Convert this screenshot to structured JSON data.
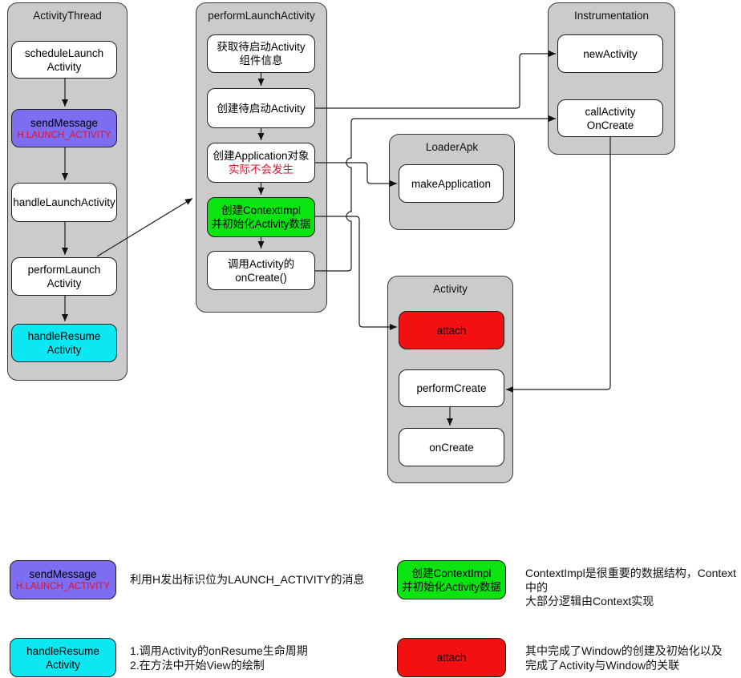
{
  "colors": {
    "container_bg": "#cbcbcb",
    "purple": "#7d6df0",
    "cyan": "#0be8f1",
    "green": "#0ae410",
    "red": "#f21010",
    "red_text": "#e1132d",
    "line": "#1c1c1c"
  },
  "containers": {
    "activity_thread": {
      "title": "ActivityThread"
    },
    "perform_launch": {
      "title": "performLaunchActivity"
    },
    "instrumentation": {
      "title": "Instrumentation"
    },
    "loader_apk": {
      "title": "LoaderApk"
    },
    "activity": {
      "title": "Activity"
    }
  },
  "nodes": {
    "schedule_launch": {
      "line1": "scheduleLaunch",
      "line2": "Activity"
    },
    "send_message": {
      "line1": "sendMessage",
      "line2": "H.LAUNCH_ACTIVITY"
    },
    "handle_launch": {
      "line1": "handleLaunchActivity"
    },
    "perform_launch": {
      "line1": "performLaunch",
      "line2": "Activity"
    },
    "handle_resume": {
      "line1": "handleResume",
      "line2": "Activity"
    },
    "get_component": {
      "line1": "获取待启动Activity",
      "line2": "组件信息"
    },
    "create_activity": {
      "line1": "创建待启动Activity"
    },
    "create_application": {
      "line1": "创建Application对象",
      "line2": "实际不会发生"
    },
    "create_context": {
      "line1": "创建ContextImpl",
      "line2": "并初始化Activity数据"
    },
    "call_oncreate": {
      "line1": "调用Activity的",
      "line2": "onCreate()"
    },
    "new_activity": {
      "line1": "newActivity"
    },
    "call_activity_oncreate": {
      "line1": "callActivity",
      "line2": "OnCreate"
    },
    "make_application": {
      "line1": "makeApplication"
    },
    "attach": {
      "line1": "attach"
    },
    "perform_create": {
      "line1": "performCreate"
    },
    "on_create": {
      "line1": "onCreate"
    }
  },
  "legend": {
    "send_message": {
      "box_line1": "sendMessage",
      "box_line2": "H.LAUNCH_ACTIVITY",
      "desc1": "利用H发出标识位为LAUNCH_ACTIVITY的消息"
    },
    "create_context": {
      "box_line1": "创建ContextImpl",
      "box_line2": "并初始化Activity数据",
      "desc1": "ContextImpl是很重要的数据结构，Context中的",
      "desc2": "大部分逻辑由Context实现"
    },
    "handle_resume": {
      "box_line1": "handleResume",
      "box_line2": "Activity",
      "desc1": "1.调用Activity的onResume生命周期",
      "desc2": "2.在方法中开始View的绘制"
    },
    "attach": {
      "box_line1": "attach",
      "desc1": "其中完成了Window的创建及初始化以及",
      "desc2": "完成了Activity与Window的关联"
    }
  }
}
